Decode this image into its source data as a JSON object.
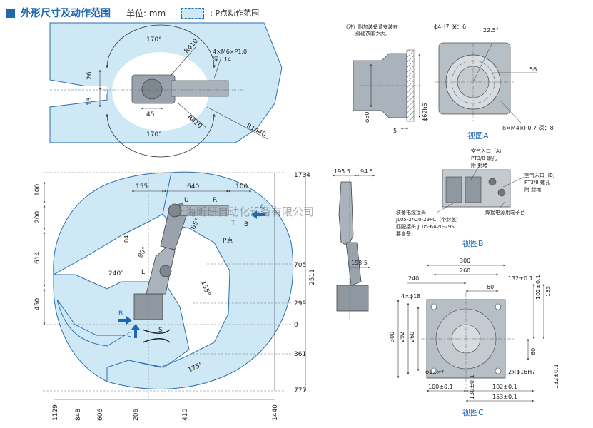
{
  "header": {
    "title": "外形尺寸及动作范围",
    "unit": "单位: mm",
    "legend_label": ": P点动作范围"
  },
  "colors": {
    "accent": "#1e67b3",
    "range_fill": "#cfe8f5",
    "range_stroke": "#2a6fb0",
    "robot": "#9aa3ad"
  },
  "top_view": {
    "angle_top": "170°",
    "angle_bottom": "170°",
    "r410_top": "R410",
    "r410_bottom": "R410",
    "r1440": "R1440",
    "dim_26": "26",
    "dim_13": "13",
    "dim_45": "45",
    "flange_note": "4×M6×P1.0",
    "flange_depth": "深：14"
  },
  "detail_a": {
    "note_line1": "(注）附加装备请安装在",
    "note_line2": "斜线范围之内。",
    "dim_50": "ϕ50",
    "dim_5": "5",
    "dim_62": "ϕ62h6",
    "pin": "ϕ4H7 深：6",
    "angle": "22.5°",
    "dim_56": "56",
    "screws": "8×M4×P0.7 深：8",
    "caption": "视图A"
  },
  "detail_b": {
    "air_in_a": "空气入口（A）",
    "air_in_a_2": "PT3/8 螺孔",
    "air_in_a_3": "附 封堵",
    "air_in_b": "空气入口（B）",
    "air_in_b_2": "PT3/8 螺孔",
    "air_in_b_3": "附 封堵",
    "weld": "焊接电源用端子台",
    "conn1": "装备电缆接头",
    "conn2": "JL05-2A20-29PC（带封盖）",
    "conn3": "匹配接头 JL05-6A20-29S",
    "conn4": "要自备",
    "caption": "视图B"
  },
  "side_view": {
    "dim_100_top": "100",
    "dim_155": "155",
    "dim_640": "640",
    "dim_100_r": "100",
    "dim_200": "200",
    "dim_84": "84",
    "dim_614": "614",
    "dim_450": "450",
    "dim_1734": "1734",
    "dim_705": "705",
    "dim_299": "299",
    "dim_0": "0",
    "dim_361": "361",
    "dim_777": "777",
    "dim_2511": "2511",
    "dim_1129": "1129",
    "dim_848": "848",
    "dim_606": "606",
    "dim_206": "206",
    "dim_410": "410",
    "dim_1440": "1440",
    "angle_240": "240°",
    "angle_90": "90°",
    "angle_85": "85°",
    "angle_155": "155°",
    "angle_175": "175°",
    "label_u": "U",
    "label_r": "R",
    "label_t": "T",
    "label_b": "B",
    "label_l": "L",
    "label_s": "S",
    "label_p": "P点",
    "arrow_a": "A",
    "arrow_b": "B",
    "arrow_c": "C"
  },
  "front_view": {
    "dim_195": "195.5",
    "dim_945": "94.5",
    "dim_1985": "198.5"
  },
  "watermark": "上海昕研自动化设备有限公司",
  "detail_c": {
    "dim_300_top": "300",
    "dim_260_top": "260",
    "dim_240": "240",
    "dim_60_top": "60",
    "holes": "4×ϕ18",
    "dim_132": "132±0.1",
    "dim_102": "102±0.1",
    "dim_153_r": "153",
    "dim_300_l": "300",
    "dim_292": "292",
    "dim_260_l": "260",
    "dim_60_r": "60",
    "pin12": "ϕ12H7",
    "pin16": "2×ϕ16H7",
    "dim_132_b": "132±0.1",
    "dim_100": "100±0.1",
    "dim_130": "130±0.1",
    "dim_102_b": "102±0.1",
    "dim_153": "153±0.1",
    "caption": "视图C"
  }
}
